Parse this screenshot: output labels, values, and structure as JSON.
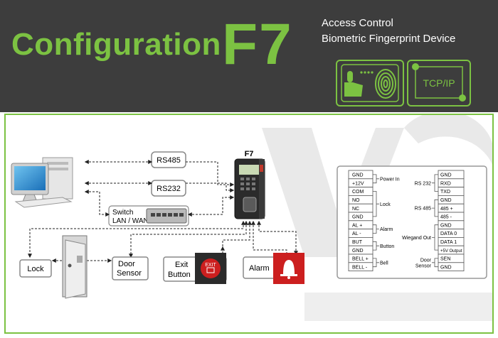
{
  "header": {
    "title": "Configuration",
    "model": "F7",
    "subtitle_line1": "Access Control",
    "subtitle_line2": "Biometric Fingerprint Device",
    "badge_protocol": "TCP/IP"
  },
  "colors": {
    "accent": "#7cc242",
    "header_bg": "#3d3d3d",
    "alarm_red": "#cc1f1f"
  },
  "diagram": {
    "device_label": "F7",
    "rs485": "RS485",
    "rs232": "RS232",
    "switch_line1": "Switch",
    "switch_line2": "LAN / WAN",
    "lock": "Lock",
    "door_sensor_line1": "Door",
    "door_sensor_line2": "Sensor",
    "exit_button_line1": "Exit",
    "exit_button_line2": "Button",
    "exit_sign": "EXIT",
    "alarm": "Alarm"
  },
  "wiring": {
    "left_pins": [
      "GND",
      "+12V",
      "COM",
      "NO",
      "NC",
      "GND",
      "AL +",
      "AL -",
      "BUT",
      "GND",
      "BELL +",
      "BELL -"
    ],
    "left_groups": [
      "Power In",
      "Lock",
      "Alarm",
      "Button",
      "Bell"
    ],
    "right_pins": [
      "GND",
      "RXD",
      "TXD",
      "GND",
      "485 +",
      "485 -",
      "GND",
      "DATA 0",
      "DATA 1",
      "+5V Output",
      "SEN",
      "GND"
    ],
    "right_groups": [
      "RS 232",
      "RS 485",
      "Wiegand Out",
      "Door",
      "Sensor"
    ]
  }
}
